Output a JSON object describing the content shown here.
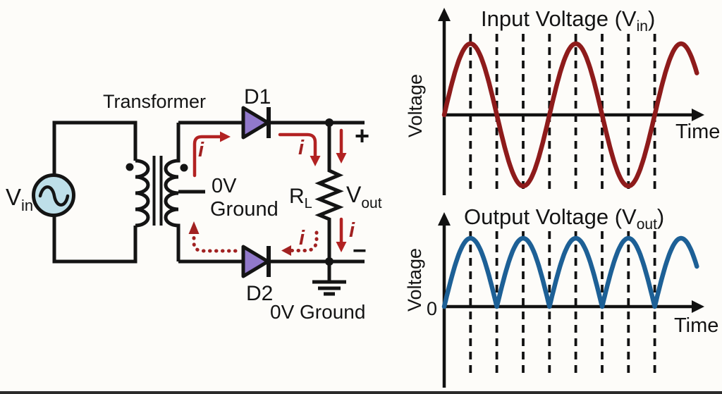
{
  "colors": {
    "wire": "#141414",
    "dark_red": "#8e1b1b",
    "arrow_red": "#b22222",
    "input_blue": "#bedfe9",
    "output_blue": "#1d6096",
    "vout_blue": "#1a66ae",
    "minus_blue": "#3ba1d9",
    "diode_purple": "#9179cb"
  },
  "circuit": {
    "source_label": {
      "base": "V",
      "sub": "in"
    },
    "transformer_label": "Transformer",
    "diode_top_label": "D1",
    "diode_bottom_label": "D2",
    "center_tap_label": [
      "0V",
      "Ground"
    ],
    "load_label": {
      "base": "R",
      "sub": "L"
    },
    "output_voltage_label": {
      "base": "V",
      "sub": "out"
    },
    "polarity_positive": "+",
    "polarity_negative": "−",
    "bottom_ground_label": "0V Ground",
    "current_symbol": "i"
  },
  "chart_data": [
    {
      "type": "line",
      "title": "Input Voltage (Vin)",
      "title_parts": {
        "pre": "Input Voltage (V",
        "sub": "in",
        "post": ")"
      },
      "xlabel": "Time",
      "ylabel": "Voltage",
      "y_origin_label": "",
      "waveform": "sine",
      "amplitude": 1,
      "period": 1,
      "t_end": 2.4,
      "gridlines_t": [
        0.25,
        0.5,
        0.75,
        1.0,
        1.25,
        1.5,
        1.75,
        2.0
      ],
      "grid": "dashed-vertical",
      "legend_position": "none",
      "color": "#8e1b1b",
      "axis_color": "#111111"
    },
    {
      "type": "line",
      "title": "Output Voltage (Vout)",
      "title_parts": {
        "pre": "Output Voltage (V",
        "sub": "out",
        "post": ")"
      },
      "xlabel": "Time",
      "ylabel": "Voltage",
      "y_origin_label": "0",
      "waveform": "rectified-sine",
      "amplitude": 0.97,
      "period": 1,
      "t_end": 2.4,
      "gridlines_t": [
        0.25,
        0.5,
        0.75,
        1.0,
        1.25,
        1.5,
        1.75,
        2.0
      ],
      "grid": "dashed-vertical",
      "legend_position": "none",
      "color": "#1d6096",
      "axis_color": "#111111"
    }
  ]
}
